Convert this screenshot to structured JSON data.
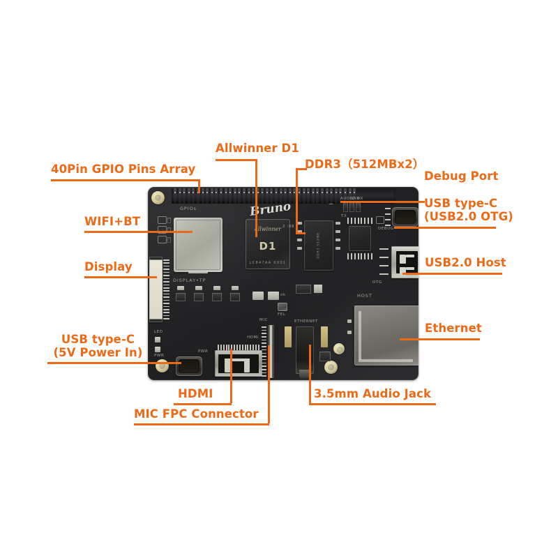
{
  "page": {
    "title": "Allwinner D1 single board computer annotated diagram",
    "background": "#ffffff",
    "accent_color": "#ec6a17"
  },
  "callouts": [
    {
      "id": "gpio",
      "text": "40Pin GPIO Pins Array",
      "align": "left"
    },
    {
      "id": "allwinner",
      "text": "Allwinner D1",
      "align": "left"
    },
    {
      "id": "ddr3",
      "text": "DDR3（512MBx2）",
      "align": "left"
    },
    {
      "id": "debug",
      "text": "Debug Port",
      "align": "left"
    },
    {
      "id": "usbc_otg_l1",
      "text": "USB type-C",
      "align": "left"
    },
    {
      "id": "usbc_otg_l2",
      "text": "(USB2.0 OTG)",
      "align": "left"
    },
    {
      "id": "wifibt",
      "text": "WIFI+BT",
      "align": "left"
    },
    {
      "id": "display",
      "text": "Display",
      "align": "left"
    },
    {
      "id": "usb20host",
      "text": "USB2.0 Host",
      "align": "left"
    },
    {
      "id": "ethernet",
      "text": "Ethernet",
      "align": "left"
    },
    {
      "id": "usbc_pwr_l1",
      "text": "USB type-C",
      "align": "center"
    },
    {
      "id": "usbc_pwr_l2",
      "text": "(5V Power In)",
      "align": "center"
    },
    {
      "id": "hdmi",
      "text": "HDMI",
      "align": "left"
    },
    {
      "id": "micfpc",
      "text": "MIC FPC Connector",
      "align": "left"
    },
    {
      "id": "audiojack",
      "text": "3.5mm Audio Jack",
      "align": "left"
    }
  ],
  "board": {
    "silkscreen": [
      {
        "id": "gpios",
        "text": "GPIOs"
      },
      {
        "id": "display_tp",
        "text": "DISPLAY•TP"
      },
      {
        "id": "led",
        "text": "LED"
      },
      {
        "id": "pwr_left",
        "text": "PWR"
      },
      {
        "id": "pwr_right",
        "text": "PWR"
      },
      {
        "id": "hdmi",
        "text": "HDMI"
      },
      {
        "id": "mic",
        "text": "MIC"
      },
      {
        "id": "fel",
        "text": "FEL"
      },
      {
        "id": "ok",
        "text": "ok"
      },
      {
        "id": "audio",
        "text": "AUDIO"
      },
      {
        "id": "gnd",
        "text": "GND"
      },
      {
        "id": "rx",
        "text": "RX"
      },
      {
        "id": "tx",
        "text": "TX"
      },
      {
        "id": "debug",
        "text": "DEBUG"
      },
      {
        "id": "otg",
        "text": "OTG"
      },
      {
        "id": "host",
        "text": "HOST"
      },
      {
        "id": "ethernet",
        "text": "ETHERNET"
      }
    ],
    "soc": {
      "name": "D1",
      "sub": "LC847AA  K001",
      "vendor_mark": "allwinner"
    },
    "signature": "Bruno"
  }
}
